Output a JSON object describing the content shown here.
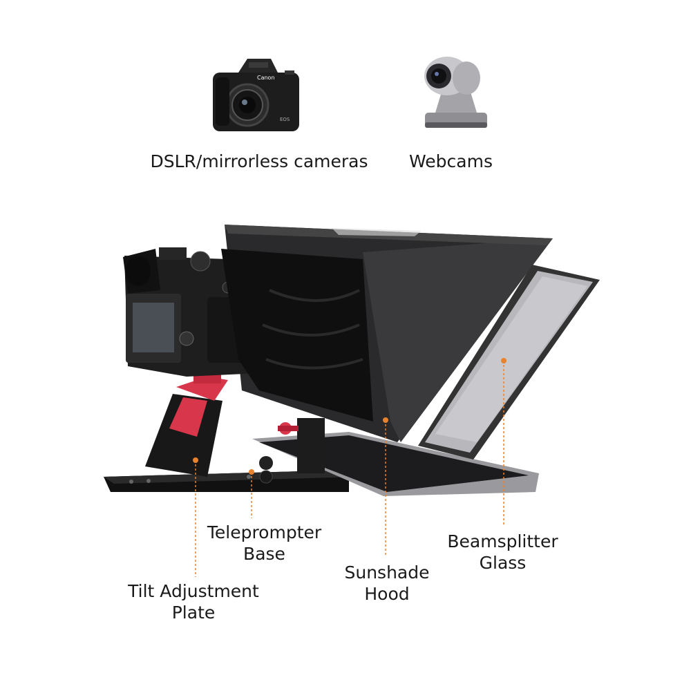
{
  "top_items": [
    {
      "label": "DSLR/mirrorless cameras",
      "icon": "dslr-camera-icon"
    },
    {
      "label": "Webcams",
      "icon": "ptz-webcam-icon"
    }
  ],
  "callouts": {
    "teleprompter_base": [
      "Teleprompter",
      "Base"
    ],
    "tilt_plate": [
      "Tilt Adjustment",
      "Plate"
    ],
    "sunshade_hood": [
      "Sunshade",
      "Hood"
    ],
    "beamsplitter": [
      "Beamsplitter",
      "Glass"
    ]
  },
  "colors": {
    "accent_red": "#d8364a",
    "leader_orange": "#e8822e",
    "text": "#1a1a1a"
  }
}
